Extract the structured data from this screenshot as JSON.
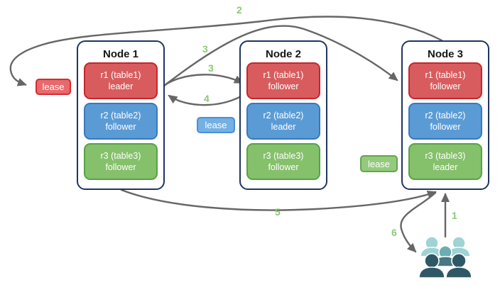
{
  "nodes": [
    {
      "title": "Node 1",
      "ranges": [
        {
          "line1": "r1 (table1)",
          "line2": "leader",
          "color": "red"
        },
        {
          "line1": "r2 (table2)",
          "line2": "follower",
          "color": "blue"
        },
        {
          "line1": "r3 (table3)",
          "line2": "follower",
          "color": "green"
        }
      ]
    },
    {
      "title": "Node 2",
      "ranges": [
        {
          "line1": "r1 (table1)",
          "line2": "follower",
          "color": "red"
        },
        {
          "line1": "r2 (table2)",
          "line2": "leader",
          "color": "blue"
        },
        {
          "line1": "r3 (table3)",
          "line2": "follower",
          "color": "green"
        }
      ]
    },
    {
      "title": "Node 3",
      "ranges": [
        {
          "line1": "r1 (table1)",
          "line2": "follower",
          "color": "red"
        },
        {
          "line1": "r2 (table2)",
          "line2": "follower",
          "color": "blue"
        },
        {
          "line1": "r3 (table3)",
          "line2": "leader",
          "color": "green"
        }
      ]
    }
  ],
  "leases": [
    {
      "label": "lease",
      "color": "red"
    },
    {
      "label": "lease",
      "color": "blue"
    },
    {
      "label": "lease",
      "color": "green"
    }
  ],
  "steps": [
    "1",
    "2",
    "3",
    "3",
    "4",
    "5",
    "6"
  ],
  "icons": {
    "users": "users-icon"
  },
  "colors": {
    "node_border": "#20355e",
    "range_red": "#d85c5d",
    "range_red_border": "#c5262c",
    "range_blue": "#5b9bd5",
    "range_blue_border": "#3779be",
    "range_green": "#85c06b",
    "range_green_border": "#56a345",
    "lease_red": "#e8696c",
    "lease_blue": "#74b0e2",
    "lease_green": "#95c97e",
    "arrow": "#666666",
    "step_label": "#8cc973",
    "users_light": "#9fd3d4",
    "users_mid": "#6badb1",
    "users_mid_torso": "#497782",
    "users_dark": "#2f5866"
  }
}
